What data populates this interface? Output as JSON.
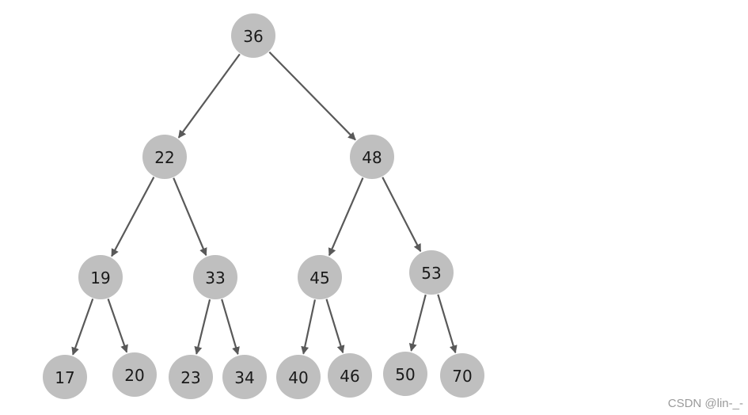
{
  "tree": {
    "node_fill": "#bfbfbf",
    "edge_color": "#595959",
    "nodes": [
      {
        "id": "n36",
        "label": "36"
      },
      {
        "id": "n22",
        "label": "22"
      },
      {
        "id": "n48",
        "label": "48"
      },
      {
        "id": "n19",
        "label": "19"
      },
      {
        "id": "n33",
        "label": "33"
      },
      {
        "id": "n45",
        "label": "45"
      },
      {
        "id": "n53",
        "label": "53"
      },
      {
        "id": "n17",
        "label": "17"
      },
      {
        "id": "n20",
        "label": "20"
      },
      {
        "id": "n23",
        "label": "23"
      },
      {
        "id": "n34",
        "label": "34"
      },
      {
        "id": "n40",
        "label": "40"
      },
      {
        "id": "n46",
        "label": "46"
      },
      {
        "id": "n50",
        "label": "50"
      },
      {
        "id": "n70",
        "label": "70"
      }
    ],
    "edges": [
      {
        "from": "n36",
        "to": "n22"
      },
      {
        "from": "n36",
        "to": "n48"
      },
      {
        "from": "n22",
        "to": "n19"
      },
      {
        "from": "n22",
        "to": "n33"
      },
      {
        "from": "n48",
        "to": "n45"
      },
      {
        "from": "n48",
        "to": "n53"
      },
      {
        "from": "n19",
        "to": "n17"
      },
      {
        "from": "n19",
        "to": "n20"
      },
      {
        "from": "n33",
        "to": "n23"
      },
      {
        "from": "n33",
        "to": "n34"
      },
      {
        "from": "n45",
        "to": "n40"
      },
      {
        "from": "n45",
        "to": "n46"
      },
      {
        "from": "n53",
        "to": "n50"
      },
      {
        "from": "n53",
        "to": "n70"
      }
    ]
  },
  "watermark": "CSDN @lin-_-"
}
